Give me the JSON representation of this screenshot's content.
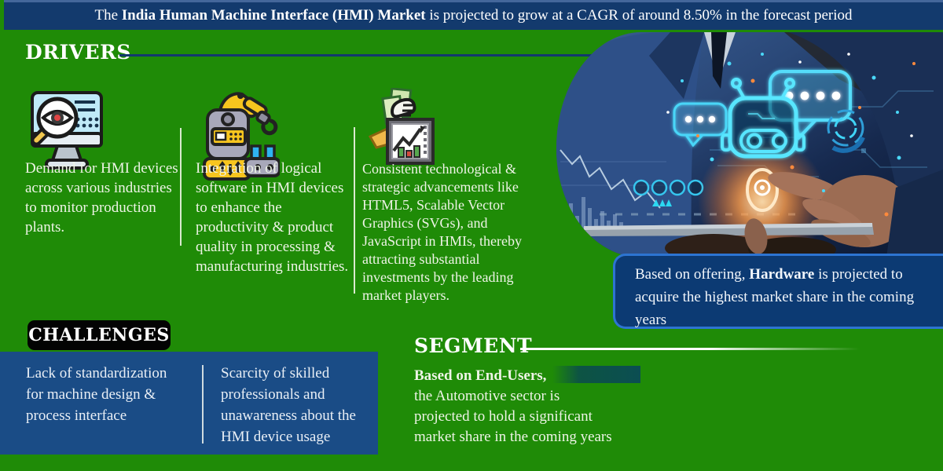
{
  "banner": {
    "prefix": "The ",
    "highlight": "India Human Machine Interface (HMI) Market",
    "suffix": " is projected to grow at a CAGR of around 8.50%  in the forecast period"
  },
  "drivers": {
    "title": "DRIVERS",
    "items": [
      {
        "icon": "monitor-inspection-icon",
        "text": "Demand for HMI devices across various industries to monitor production plants."
      },
      {
        "icon": "robot-arm-icon",
        "text": "Integration of logical software in HMI devices to enhance the productivity & product quality in processing & manufacturing industries."
      },
      {
        "icon": "investment-growth-chart-icon",
        "text": "Consistent technological & strategic advancements like HTML5, Scalable Vector Graphics (SVGs), and JavaScript in HMIs, thereby attracting substantial investments by the leading market players."
      }
    ]
  },
  "offering_note": {
    "prefix": "Based on offering, ",
    "bold": "Hardware",
    "suffix": " is projected to acquire the highest market share in the coming years"
  },
  "challenges": {
    "title": "CHALLENGES",
    "items": [
      "Lack of standardization for machine design & process interface",
      "Scarcity of skilled professionals and unawareness about the HMI device usage"
    ]
  },
  "segment": {
    "title": "SEGMENT",
    "intro_bold": "Based on End-Users,",
    "lines": [
      "the Automotive sector is",
      "projected to hold a significant",
      "market share in the coming years"
    ]
  },
  "hero": {
    "description": "businessman in blue suit holding tablet with glowing chatbot hologram, chat bubbles, circuit lines and analytics charts"
  },
  "colors": {
    "background_green": "#1f8b07",
    "banner_navy": "#133a6d",
    "challenges_blue": "#1a4c86",
    "note_blue": "#0c3a73",
    "note_border_blue": "#2d74d2",
    "badge_black": "#030303",
    "hologram_cyan": "#55dcfa",
    "glow_orange": "#ff9e4a",
    "highlight_teal": "#0b4e52"
  }
}
